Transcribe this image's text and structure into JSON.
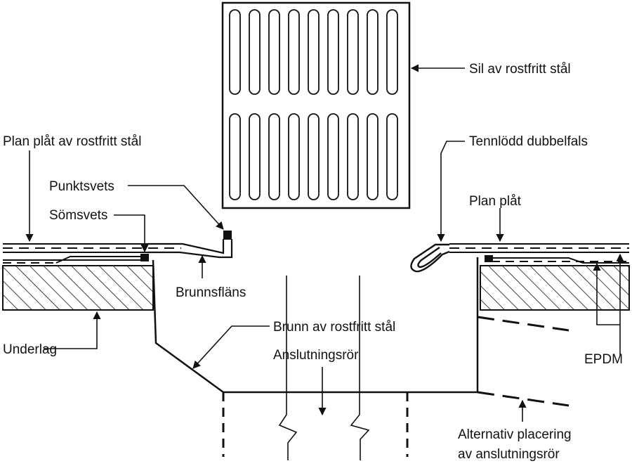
{
  "labels": {
    "strainer": "Sil av rostfritt stål",
    "flat_sheet_stainless": "Plan plåt av rostfritt stål",
    "spot_weld": "Punktsvets",
    "seam_weld": "Sömsvets",
    "drain_flange": "Brunnsfläns",
    "substrate": "Underlag",
    "drain_body": "Brunn av rostfritt stål",
    "connection_pipe": "Anslutningsrör",
    "soldered_double_seam": "Tennlödd dubbelfals",
    "flat_sheet": "Plan plåt",
    "epdm": "EPDM",
    "alt_placement_line1": "Alternativ placering",
    "alt_placement_line2": "av anslutningsrör"
  }
}
